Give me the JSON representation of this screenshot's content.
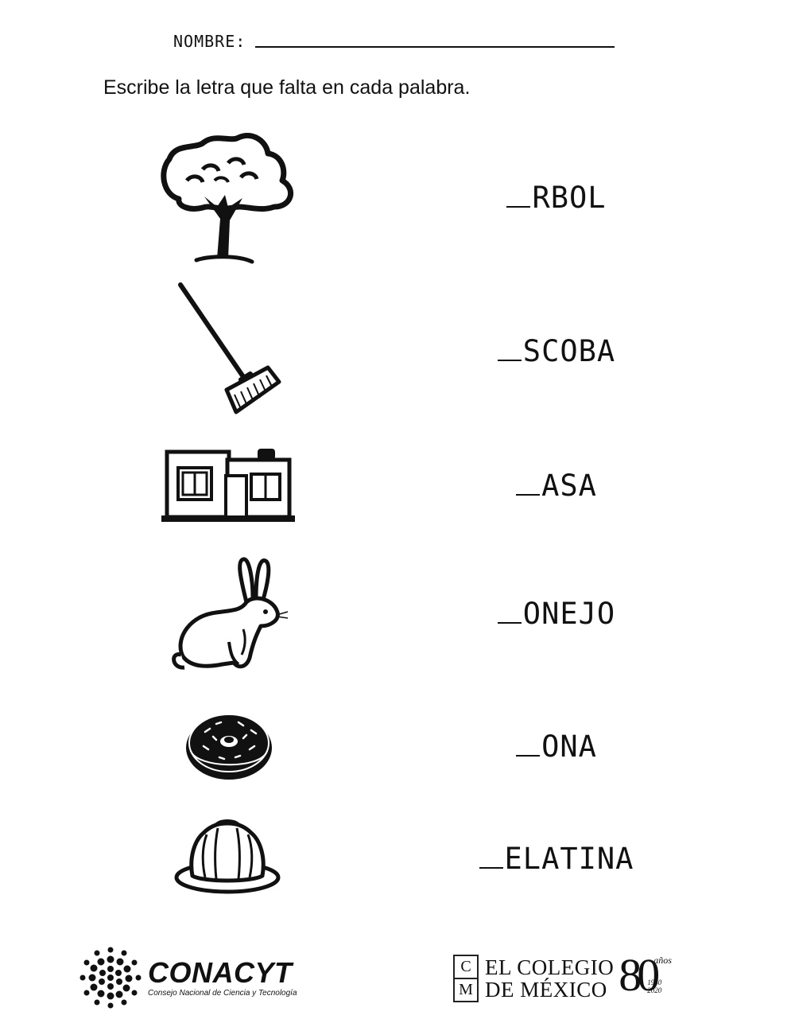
{
  "header": {
    "name_label": "NOMBRE:",
    "instruction": "Escribe la letra que falta en cada palabra."
  },
  "items": [
    {
      "icon": "tree-icon",
      "word": "RBOL"
    },
    {
      "icon": "broom-icon",
      "word": "SCOBA"
    },
    {
      "icon": "house-icon",
      "word": "ASA"
    },
    {
      "icon": "rabbit-icon",
      "word": "ONEJO"
    },
    {
      "icon": "donut-icon",
      "word": "ONA"
    },
    {
      "icon": "gelatin-icon",
      "word": "ELATINA"
    }
  ],
  "footer": {
    "conacyt_title": "CONACYT",
    "conacyt_subtitle": "Consejo Nacional de Ciencia y Tecnología",
    "colmex_letters": [
      "C",
      "M"
    ],
    "colmex_line1": "EL COLEGIO",
    "colmex_line2": "DE MÉXICO",
    "anniversary_number": "80",
    "anniversary_word": "años",
    "anniversary_years": "1940 2020"
  }
}
